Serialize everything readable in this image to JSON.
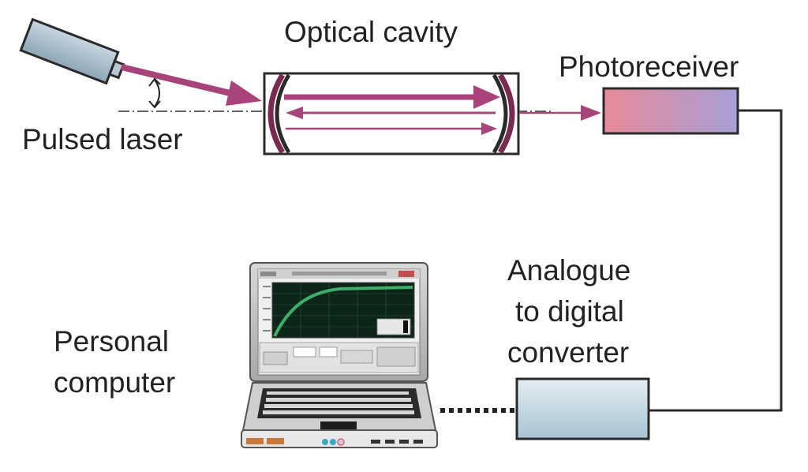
{
  "labels": {
    "optical_cavity": "Optical cavity",
    "photoreceiver": "Photoreceiver",
    "pulsed_laser": "Pulsed laser",
    "personal_computer_line1": "Personal",
    "personal_computer_line2": "computer",
    "adc_line1": "Analogue",
    "adc_line2": "to digital",
    "adc_line3": "converter"
  },
  "colors": {
    "beam": "#a8447a",
    "outline": "#2a2a2a",
    "mirror": "#7a2a4e",
    "laser_body": "#9fb4c4",
    "photoreceiver_left": "#e88a98",
    "photoreceiver_right": "#a8a0d8",
    "adc_body": "#c9dce6",
    "screen_trace": "#3fae6a"
  },
  "icons": [
    "pulsed-laser-icon",
    "optical-cavity-icon",
    "photoreceiver-icon",
    "adc-icon",
    "laptop-icon"
  ]
}
